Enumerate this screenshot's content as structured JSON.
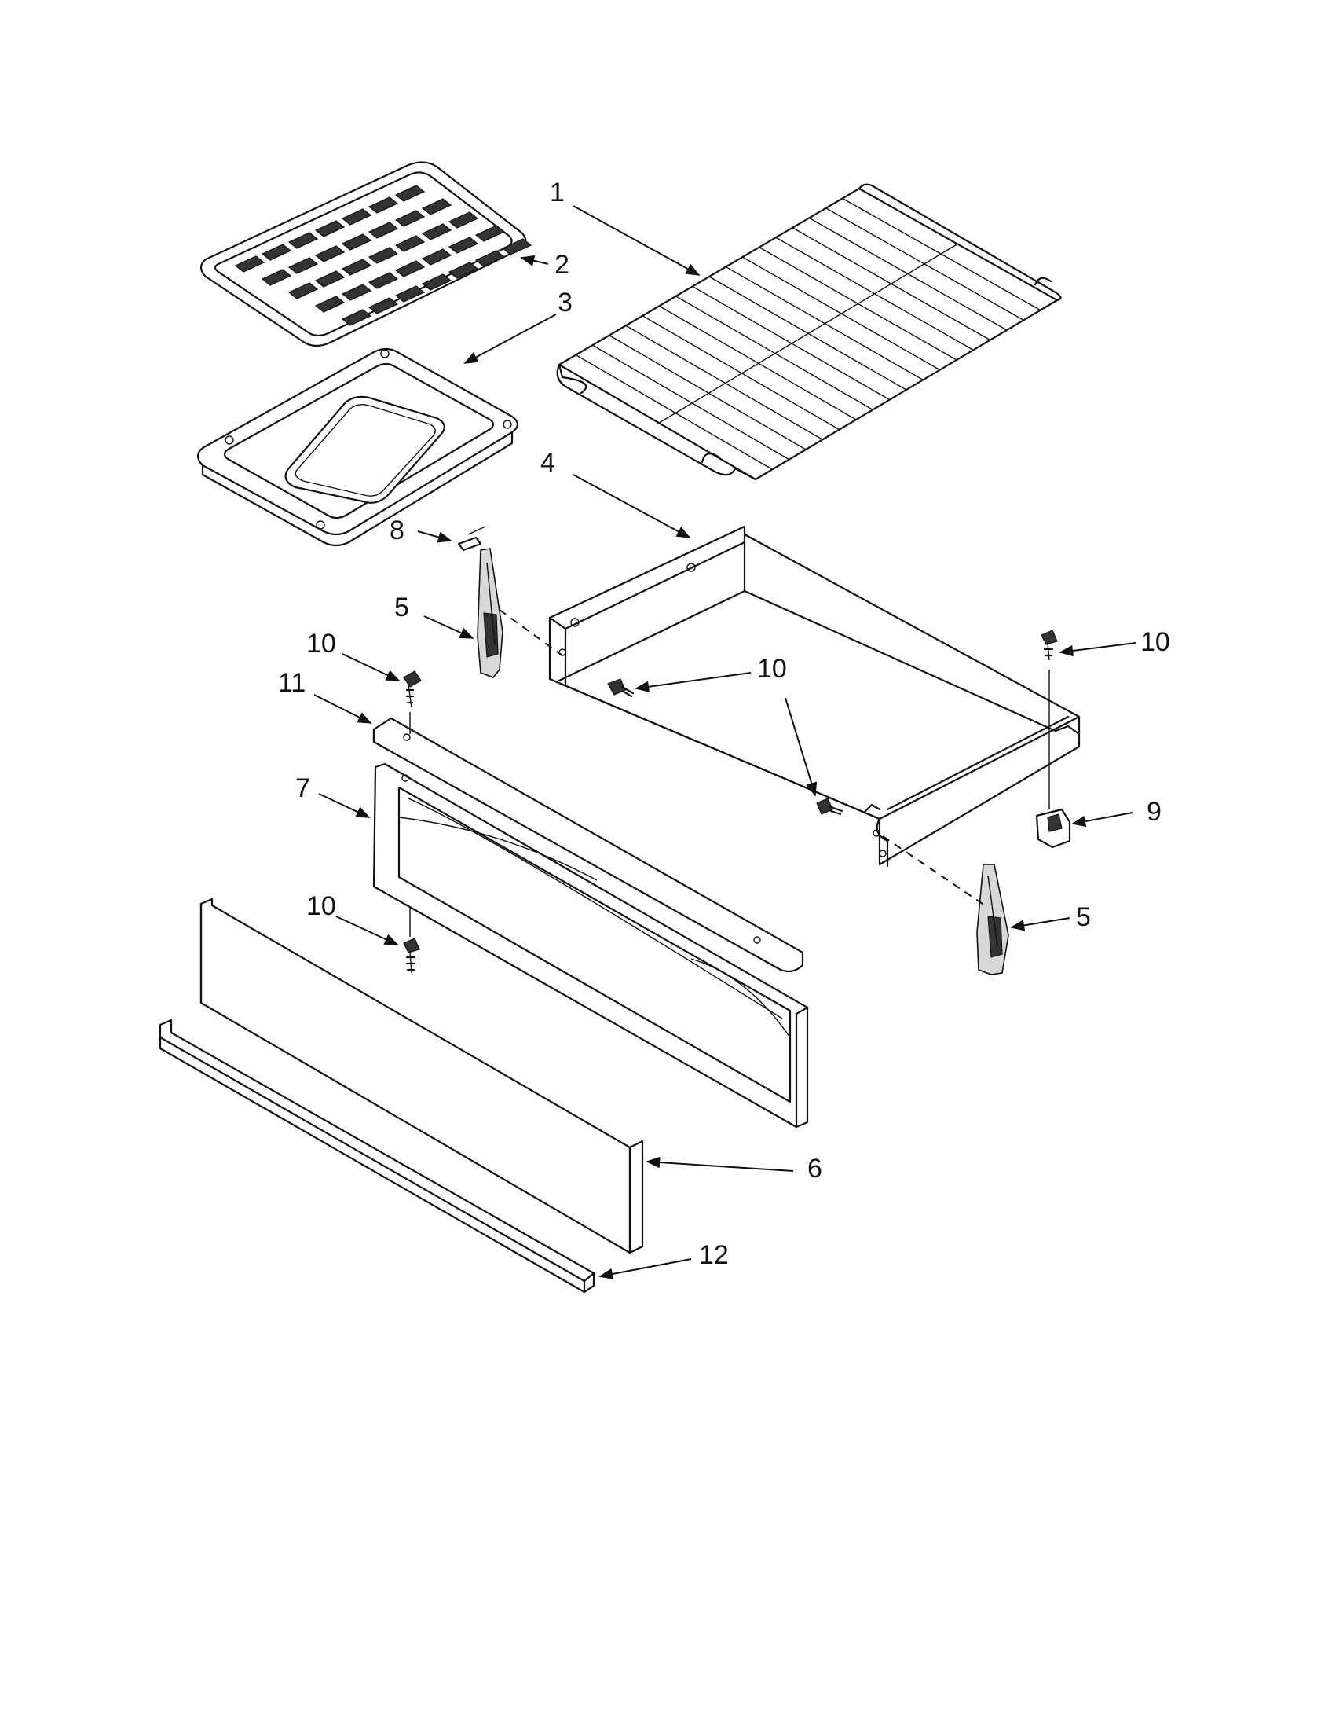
{
  "callouts": [
    {
      "id": "c1",
      "label": "1"
    },
    {
      "id": "c2",
      "label": "2"
    },
    {
      "id": "c3",
      "label": "3"
    },
    {
      "id": "c4",
      "label": "4"
    },
    {
      "id": "c8",
      "label": "8"
    },
    {
      "id": "c5a",
      "label": "5"
    },
    {
      "id": "c10a",
      "label": "10"
    },
    {
      "id": "c10b",
      "label": "10"
    },
    {
      "id": "c10c",
      "label": "10"
    },
    {
      "id": "c11",
      "label": "11"
    },
    {
      "id": "c7",
      "label": "7"
    },
    {
      "id": "c9",
      "label": "9"
    },
    {
      "id": "c10d",
      "label": "10"
    },
    {
      "id": "c5b",
      "label": "5"
    },
    {
      "id": "c6",
      "label": "6"
    },
    {
      "id": "c12",
      "label": "12"
    }
  ]
}
